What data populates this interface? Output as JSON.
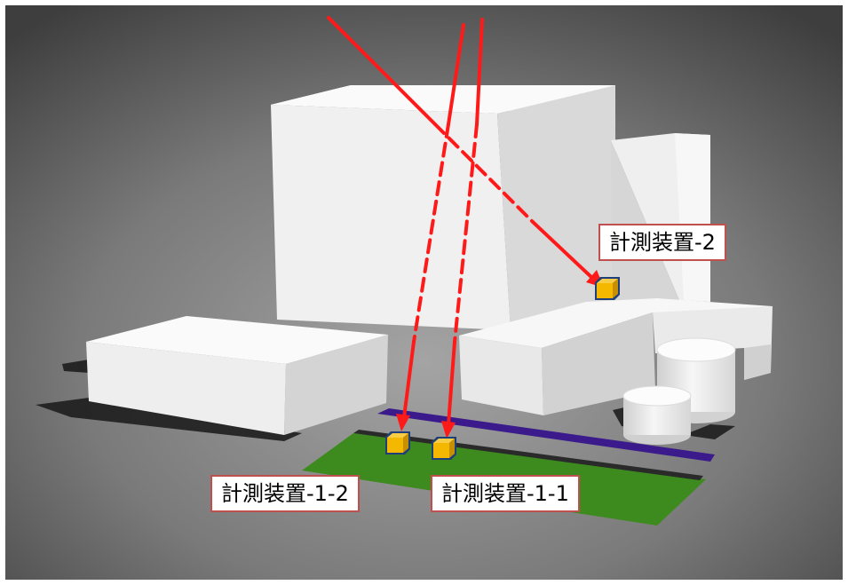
{
  "labels": {
    "device_2": "計測装置-2",
    "device_1_2": "計測装置-1-2",
    "device_1_1": "計測装置-1-1"
  },
  "colors": {
    "ray": "#ff1a1a",
    "callout_border": "#c0504d",
    "sensor_fill": "#f5b800",
    "sensor_edge": "#1f3f7a",
    "ground_light": "#9c9c9c",
    "ground_dark": "#454545",
    "building": "#f2f2f2",
    "lawn": "#3d8a1e",
    "road": "#3b1a8c"
  }
}
